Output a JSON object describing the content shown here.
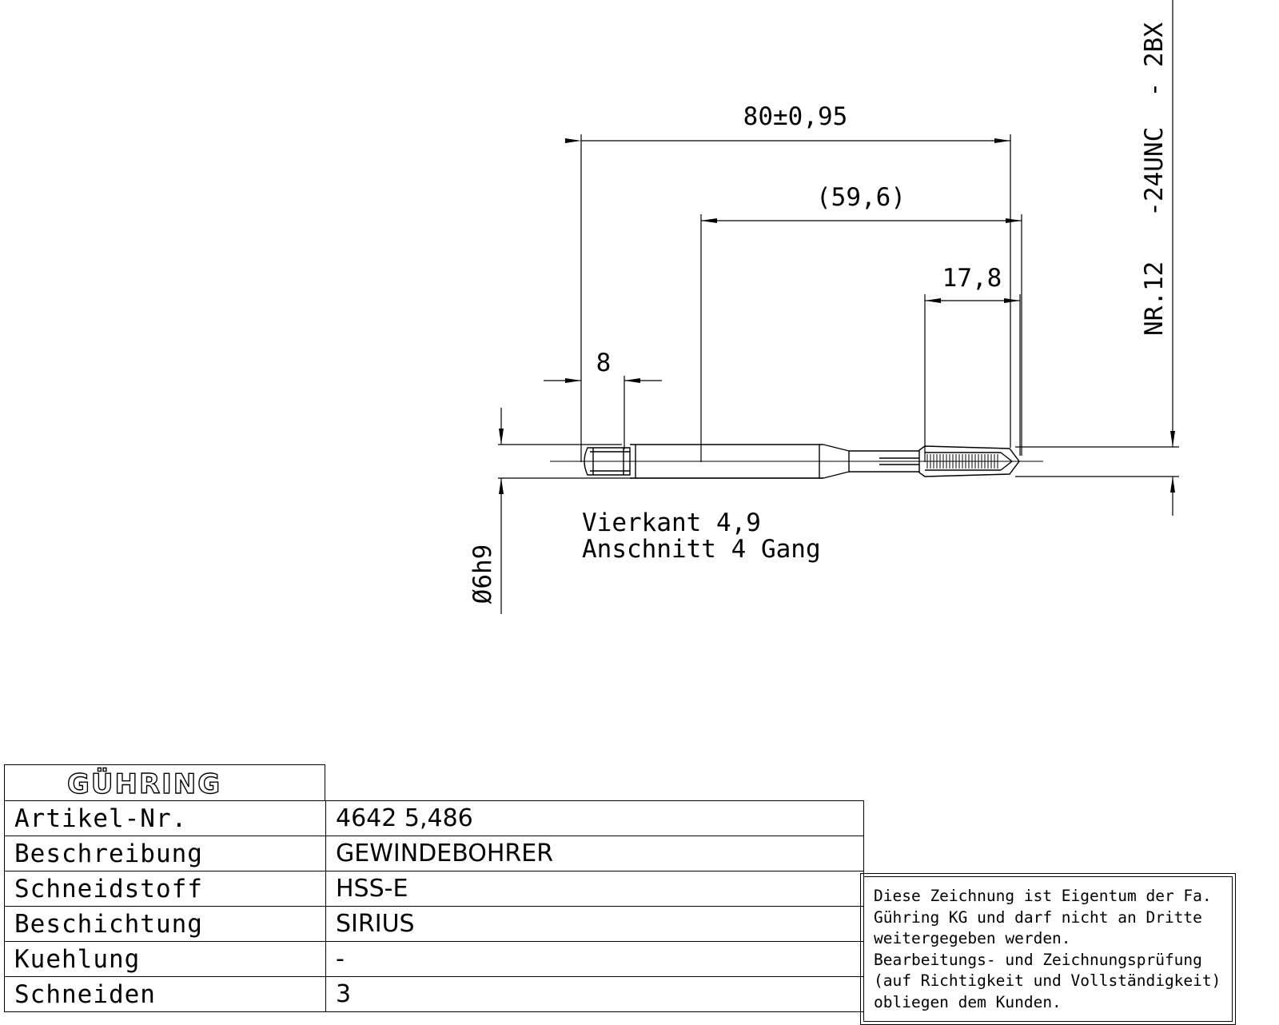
{
  "dimensions": {
    "overall_length": "80±0,95",
    "thread_to_shank": "(59,6)",
    "thread_length": "17,8",
    "square_length": "8",
    "shank_diameter": "Ø6h9",
    "thread_designation": "NR.12   -24UNC  - 2BX"
  },
  "notes": {
    "square": "Vierkant 4,9",
    "chamfer": "Anschnitt 4 Gang"
  },
  "title_block": {
    "logo": "GÜHRING",
    "rows": [
      {
        "label": "Artikel-Nr.",
        "value": "4642 5,486"
      },
      {
        "label": "Beschreibung",
        "value": "GEWINDEBOHRER"
      },
      {
        "label": "Schneidstoff",
        "value": "HSS-E"
      },
      {
        "label": "Beschichtung",
        "value": "SIRIUS"
      },
      {
        "label": "Kuehlung",
        "value": "-"
      },
      {
        "label": "Schneiden",
        "value": "3"
      }
    ]
  },
  "notice": {
    "lines": [
      "Diese Zeichnung ist Eigentum der Fa.",
      "Gühring KG und darf nicht an Dritte",
      "weitergegeben werden.",
      "Bearbeitungs- und Zeichnungsprüfung",
      "(auf Richtigkeit und Vollständigkeit)",
      "obliegen dem Kunden."
    ]
  }
}
